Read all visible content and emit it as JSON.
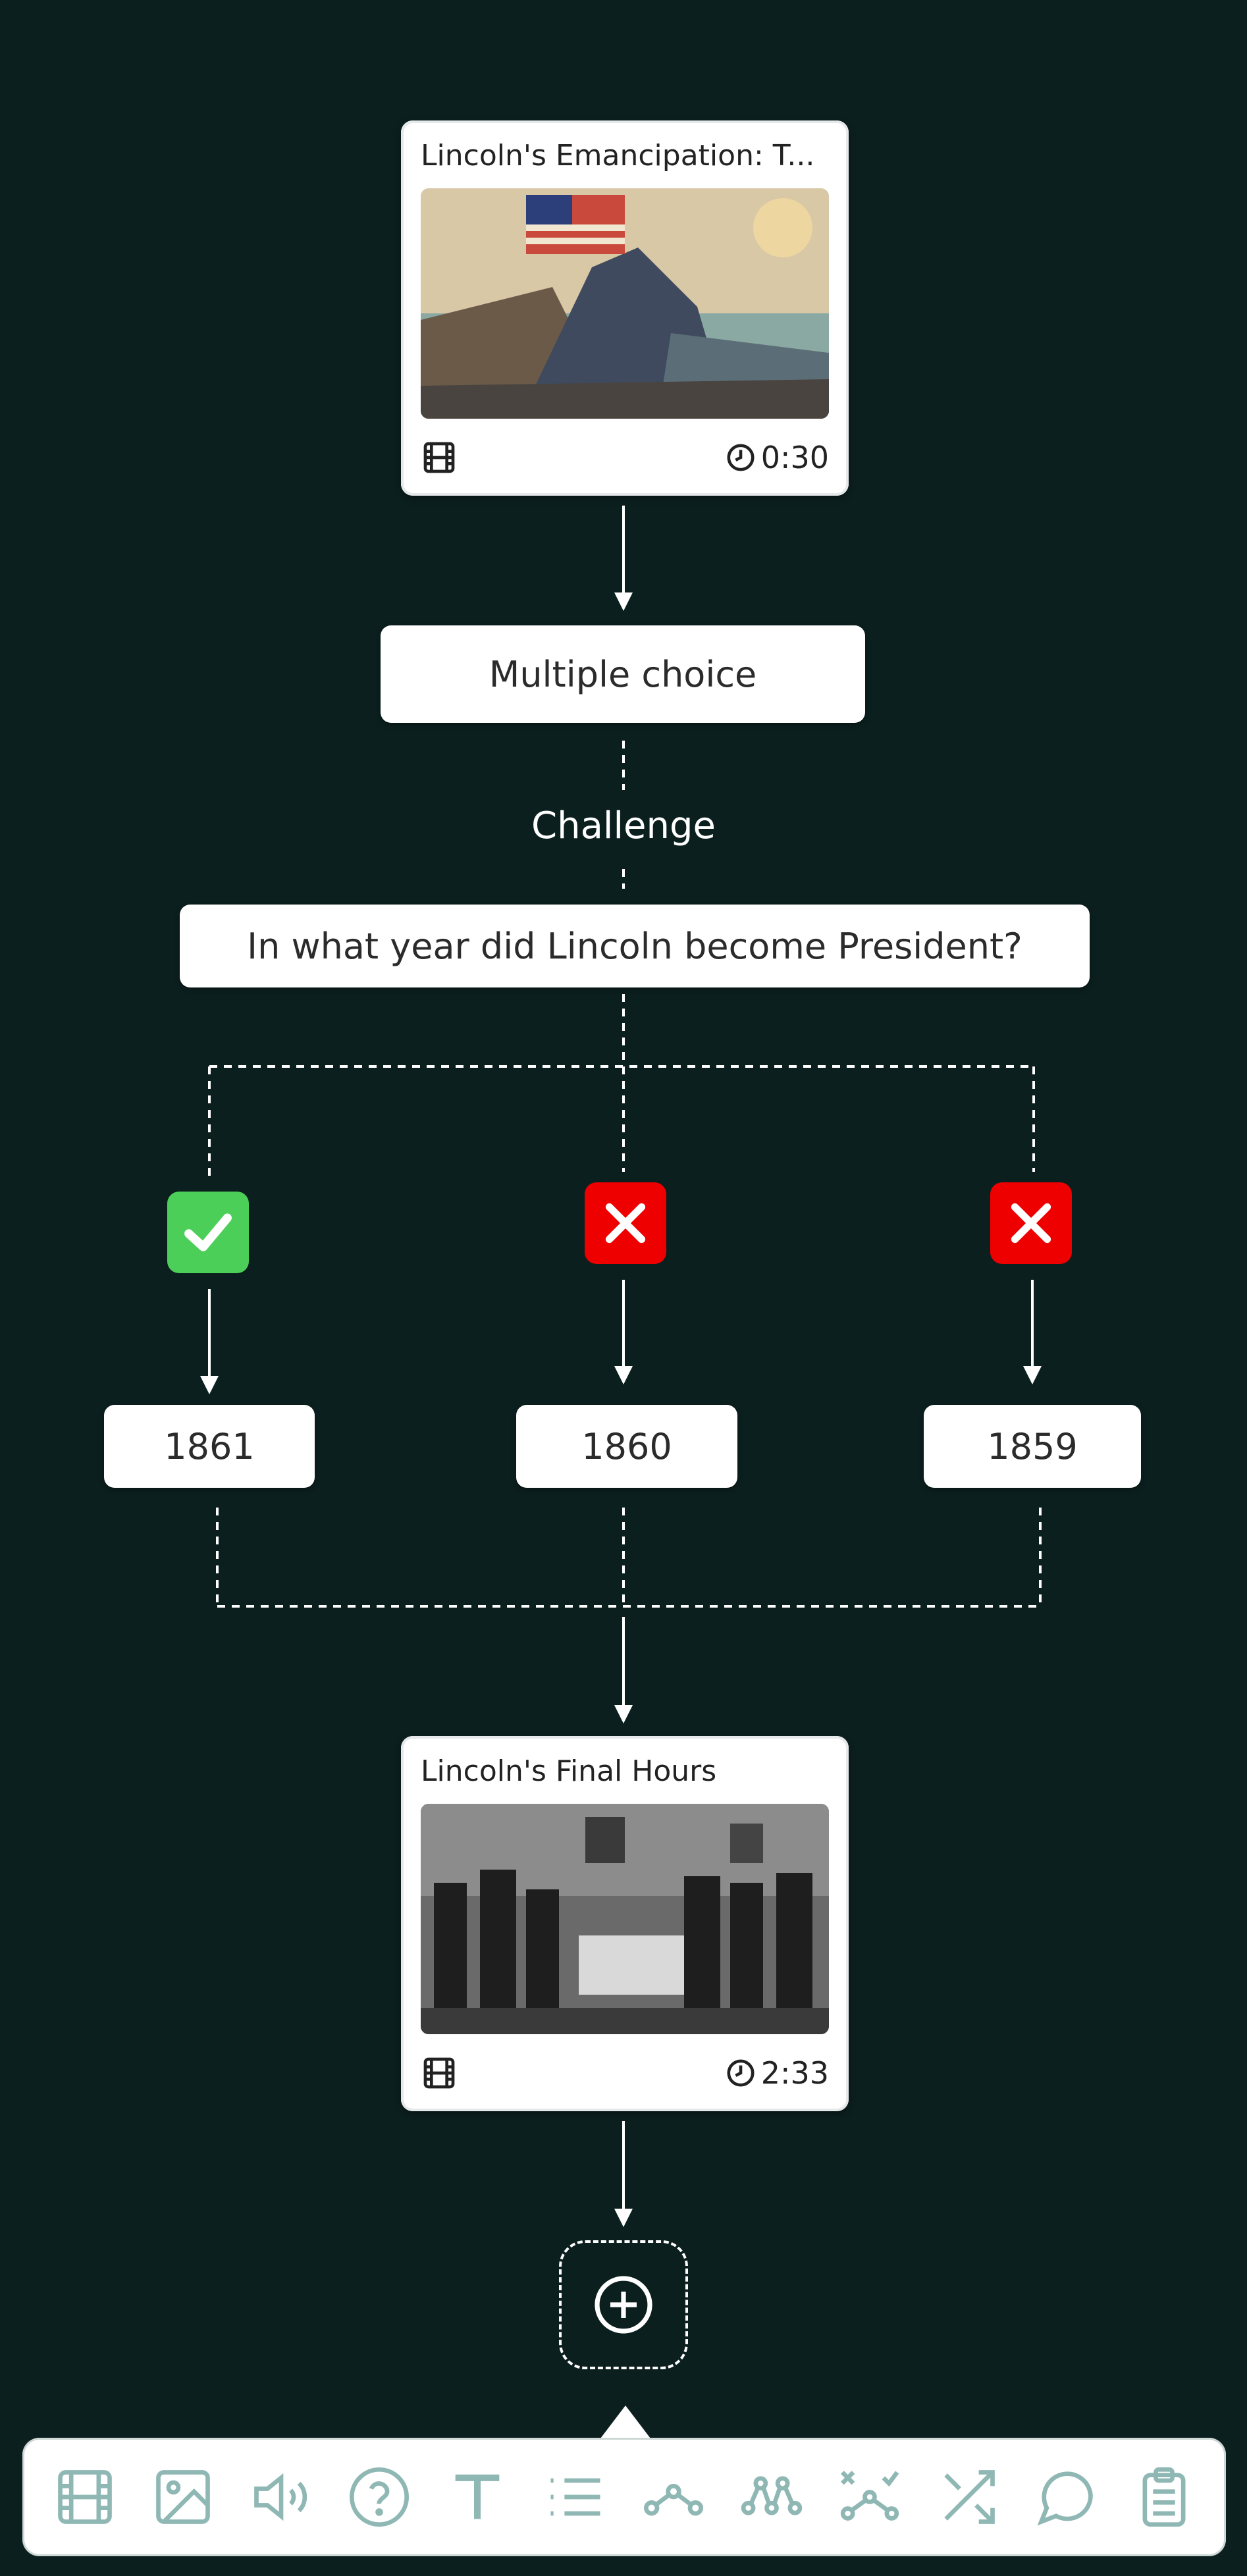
{
  "video_nodes": [
    {
      "title": "Lincoln's Emancipation: T...",
      "duration": "0:30"
    },
    {
      "title": "Lincoln's Final Hours",
      "duration": "2:33"
    }
  ],
  "challenge": {
    "type_label": "Multiple choice",
    "section_label": "Challenge",
    "question": "In what year did Lincoln become President?",
    "answers": [
      {
        "label": "1861",
        "status": "correct",
        "status_color": "#4ccf58"
      },
      {
        "label": "1860",
        "status": "incorrect",
        "status_color": "#ef0000"
      },
      {
        "label": "1859",
        "status": "incorrect",
        "status_color": "#ef0000"
      }
    ]
  },
  "add_node_icon": "plus-circle-icon",
  "toolbar": {
    "tools": [
      "video-icon",
      "image-icon",
      "audio-icon",
      "question-icon",
      "text-icon",
      "list-icon",
      "branch-icon",
      "multi-branch-icon",
      "quiz-branch-icon",
      "shuffle-icon",
      "comment-icon",
      "clipboard-icon"
    ],
    "icon_color": "#8fb8b4"
  },
  "colors": {
    "background": "#0b1f1e",
    "card": "#ffffff"
  }
}
